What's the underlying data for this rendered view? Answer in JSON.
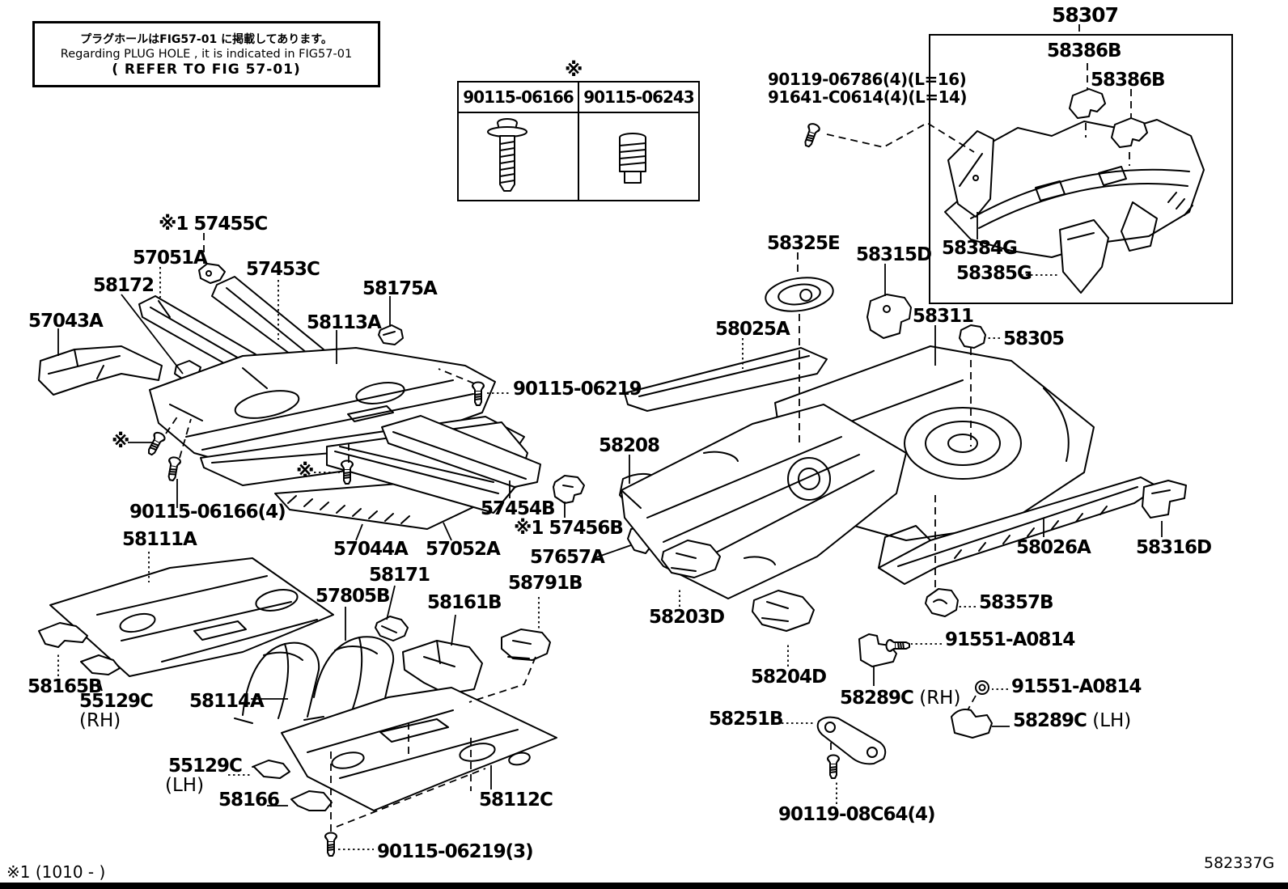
{
  "note_box": {
    "line_jp": "プラグホールはFIG57-01 に掲載してあります。",
    "line_en": "Regarding PLUG HOLE , it is indicated in FIG57-01",
    "line_ref": "( REFER TO FIG 57-01)"
  },
  "fastener_table": {
    "mark": "※",
    "col1": "90115-06166",
    "col2": "90115-06243"
  },
  "callouts": {
    "l58307": "58307",
    "l58386b_1": "58386B",
    "l58386b_2": "58386B",
    "l90119_06786": "90119-06786(4)(L=16)",
    "l91641_c0614": "91641-C0614(4)(L=14)",
    "l58384g": "58384G",
    "l58385g": "58385G",
    "l57455c": "※1 57455C",
    "l57051a": "57051A",
    "l57453c": "57453C",
    "l58172": "58172",
    "l58175a": "58175A",
    "l57043a": "57043A",
    "l58113a": "58113A",
    "l90115_06219": "90115-06219",
    "star1": "※",
    "star2": "※",
    "l90115_06166": "90115-06166(4)",
    "l58111a": "58111A",
    "l57044a": "57044A",
    "l57052a": "57052A",
    "l57454b": "57454B",
    "l57456b": "※1 57456B",
    "l57657a": "57657A",
    "l58171": "58171",
    "l57805b": "57805B",
    "l58161b": "58161B",
    "l58791b": "58791B",
    "l58165b": "58165B",
    "l55129c_rh": "55129C",
    "s55129c_rh": "(RH)",
    "l58114a": "58114A",
    "l55129c_lh": "55129C",
    "s55129c_lh": "(LH)",
    "l58166": "58166",
    "l58112c": "58112C",
    "l90115_06219_3": "90115-06219(3)",
    "l58325e": "58325E",
    "l58315d": "58315D",
    "l58311": "58311",
    "l58305": "58305",
    "l58025a": "58025A",
    "l58208": "58208",
    "l58026a": "58026A",
    "l58316d": "58316D",
    "l58357b": "58357B",
    "l58203d": "58203D",
    "l58204d": "58204D",
    "l91551_1": "91551-A0814",
    "l58289c_rh": "58289C",
    "s58289c_rh": " (RH)",
    "l91551_2": "91551-A0814",
    "l58289c_lh": "58289C",
    "s58289c_lh": " (LH)",
    "l58251b": "58251B",
    "l90119_08c64": "90119-08C64(4)"
  },
  "footer": {
    "left_note": "※1 (1010 -        )",
    "drawing_code": "582337G"
  }
}
